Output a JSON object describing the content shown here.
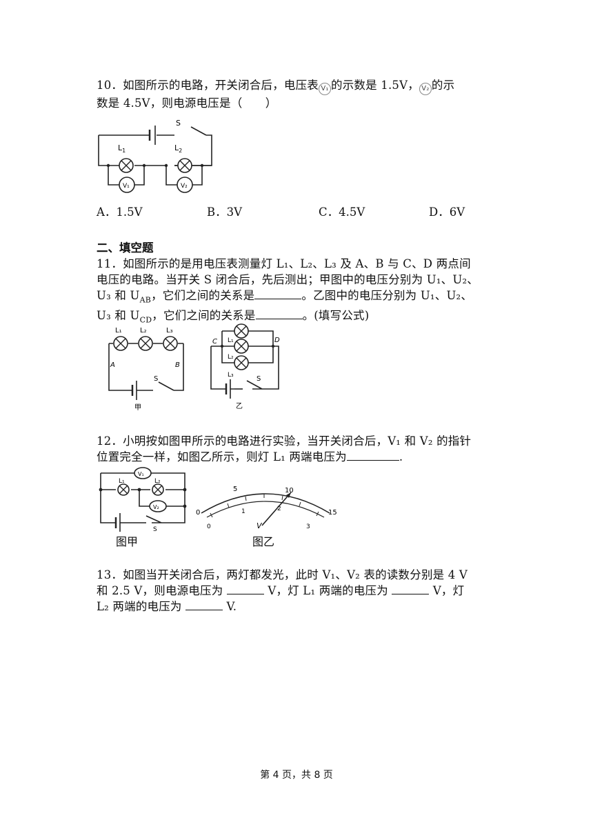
{
  "q10": {
    "line1_a": "10．如图所示的电路，开关闭合后，电压表",
    "v1_icon": "V₁",
    "line1_b": "的示数是 1.5V，",
    "v2_icon": "V₂",
    "line1_c": "的示",
    "line2": "数是 4.5V，则电源电压是（　　）",
    "fig": {
      "s": "S",
      "l1": "L",
      "l1sub": "1",
      "l2": "L",
      "l2sub": "2",
      "v1": "V₁",
      "v2": "V₂"
    },
    "options": [
      "A．1.5V",
      "B．3V",
      "C．4.5V",
      "D．6V"
    ]
  },
  "section2": {
    "title": "二、填空题"
  },
  "q11": {
    "line1": "11．如图所示的是用电压表测量灯 L₁、L₂、L₃ 及 A、B 与 C、D 两点间",
    "line2": "电压的电路。当开关 S 闭合后，先后测出；甲图中的电压分别为 U₁、U₂、",
    "line3_a": "U₃ 和 U",
    "line3_sub": "AB",
    "line3_b": "，它们之间的关系是",
    "line3_c": "。乙图中的电压分别为 U₁、U₂、",
    "line4_a": "U₃ 和 U",
    "line4_sub": "CD",
    "line4_b": "，它们之间的关系是",
    "line4_c": "。(填写公式)",
    "fig_jia": {
      "l1": "L₁",
      "l2": "L₂",
      "l3": "L₃",
      "a": "A",
      "b": "B",
      "s": "S",
      "caption": "甲"
    },
    "fig_yi": {
      "c": "C",
      "d": "D",
      "l1": "L₁",
      "l2": "L₂",
      "l3": "L₃",
      "s": "S",
      "caption": "乙"
    }
  },
  "q12": {
    "line1": "12．小明按如图甲所示的电路进行实验，当开关闭合后，V₁ 和 V₂ 的指针",
    "line2_a": "位置完全一样，如图乙所示，则灯 L₁ 两端电压为",
    "line2_b": ".",
    "fig_jia": {
      "v1": "V₁",
      "v2": "V₂",
      "l1": "L₁",
      "l2": "L₂",
      "s": "S",
      "caption": "图甲"
    },
    "fig_yi": {
      "t0": "0",
      "t5": "5",
      "t10": "10",
      "t15": "15",
      "b0": "0",
      "b1": "1",
      "b2": "2",
      "b3": "3",
      "unit": "V",
      "caption": "图乙"
    }
  },
  "q13": {
    "line1": "13．如图当开关闭合后，两灯都发光，此时 V₁、V₂ 表的读数分别是 4 V",
    "line2_a": "和 2.5 V，则电源电压为 ",
    "line2_b": " V，灯 L₁ 两端的电压为 ",
    "line2_c": " V，灯",
    "line3_a": "L₂ 两端的电压为 ",
    "line3_b": " V."
  },
  "footer": {
    "text": "第 4 页，共 8 页"
  }
}
